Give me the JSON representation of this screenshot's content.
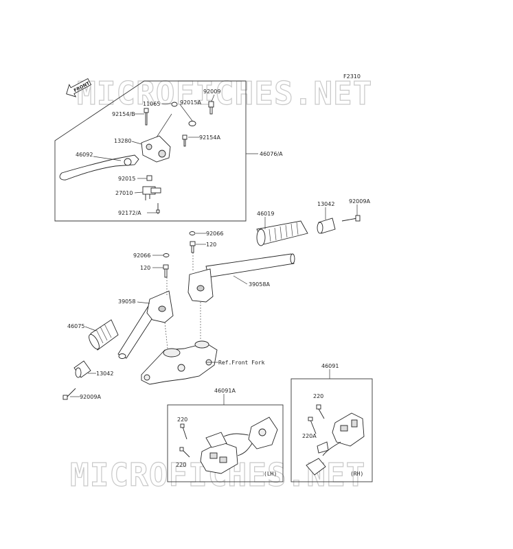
{
  "figure_code": "F2310",
  "watermark": "MICROFICHES.NET",
  "front_marker": "FRONT",
  "labels": {
    "p11065": "11065",
    "p92009_top": "92009",
    "p92015A": "92015A",
    "p92154B": "92154/B",
    "p13280": "13280",
    "p92154A": "92154A",
    "p46092": "46092",
    "p46076A": "46076/A",
    "p92015": "92015",
    "p27010": "27010",
    "p92172A": "92172/A",
    "p46019": "46019",
    "p13042_r": "13042",
    "p92009A_r": "92009A",
    "p92066_r": "92066",
    "p120_r": "120",
    "p92066_l": "92066",
    "p120_l": "120",
    "p39058A": "39058A",
    "p39058": "39058",
    "p46075": "46075",
    "p13042_l": "13042",
    "p92009A_l": "92009A",
    "ref_front_fork": "Ref.Front Fork",
    "p46091": "46091",
    "p46091A": "46091A",
    "p220_rh": "220",
    "p220A_rh": "220A",
    "p220_lh_top": "220",
    "p220_lh_bot": "220",
    "lh": "(LH)",
    "rh": "(RH)"
  },
  "colors": {
    "line": "#222222",
    "part_fill": "#ffffff",
    "shade": "#bdbdbd",
    "watermark": "#c8c8c8"
  }
}
